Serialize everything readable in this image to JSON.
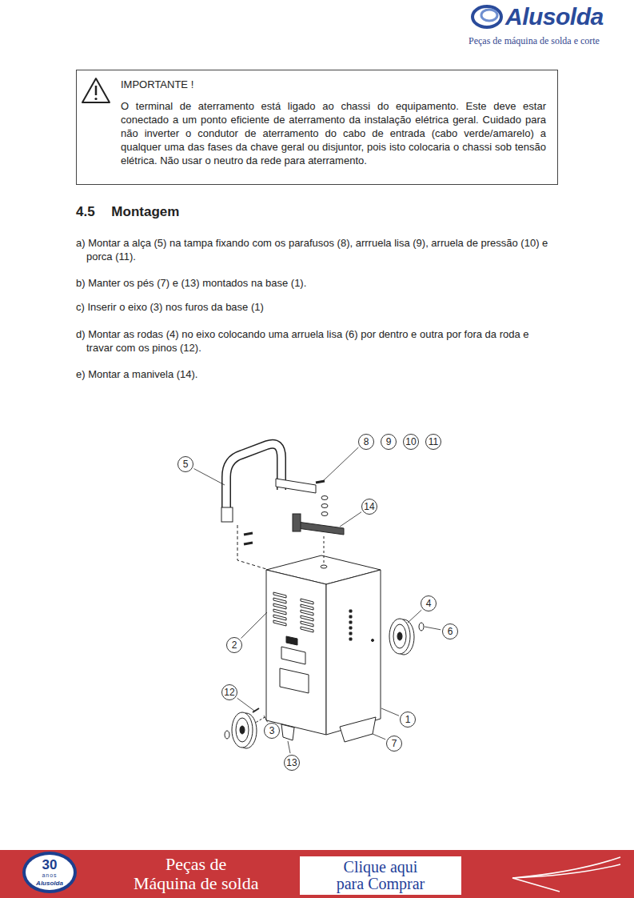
{
  "diagram": {
    "title": "4.5 Montagem",
    "nodes": [
      {
        "text": [
          "IMPORTANTE !",
          "O terminal de aterramento está ligado ao chassi do equipamento. Este deve estar conectado a um ponto eficiente de aterramento da instalação elétrica geral. Cuidado para não inverter o condutor de aterramento do cabo de entrada (cabo verde/amarelo) a qualquer uma das fases da chave geral ou disjuntor, pois isto colocaria o chassi sob tensão elétrica. Não usar o neutro da rede para aterramento."
        ]
      },
      {
        "text": [
          "8"
        ]
      },
      {
        "text": [
          "9"
        ]
      },
      {
        "text": [
          "10"
        ]
      },
      {
        "text": [
          "11"
        ]
      },
      {
        "text": [
          "5"
        ]
      },
      {
        "text": [
          "14"
        ]
      },
      {
        "text": [
          "4"
        ]
      },
      {
        "text": [
          "6"
        ]
      },
      {
        "text": [
          "2"
        ]
      },
      {
        "text": [
          "12"
        ]
      },
      {
        "text": [
          "1"
        ]
      },
      {
        "text": [
          "3"
        ]
      },
      {
        "text": [
          "7"
        ]
      },
      {
        "text": [
          "13"
        ]
      },
      {
        "text": [
          "Peças de Máquina de solda"
        ]
      },
      {
        "text": [
          "Clique aqui para Comprar"
        ],
        "in": 15
      }
    ],
    "labels": [
      "Alusolda",
      "Peças de máquina de solda e corte",
      "a) Montar a alça (5) na tampa fixando com os parafusos (8), arrruela lisa (9), arruela de pressão (10) e porca (11).",
      "b) Manter os pés (7) e (13) montados na base (1).",
      "c) Inserir o eixo (3) nos furos da base (1)",
      "d) Montar as rodas (4) no eixo colocando uma arruela lisa (6) por dentro e outra por fora da roda e travar com os pinos (12).",
      "e) Montar a manivela (14).",
      "30",
      "anos",
      "Alusolda"
    ]
  }
}
